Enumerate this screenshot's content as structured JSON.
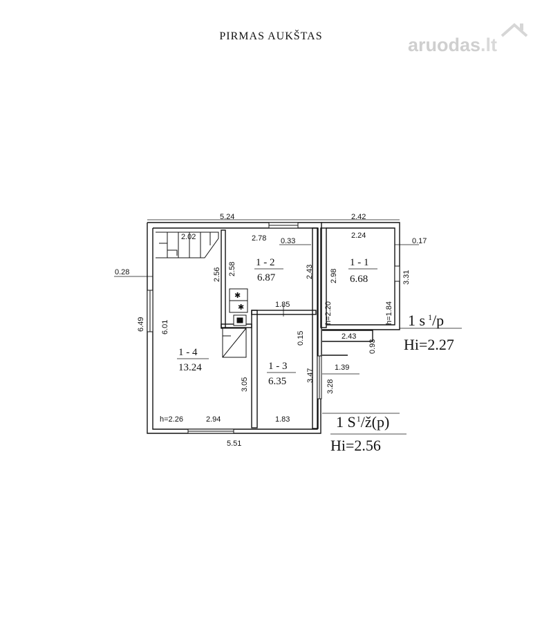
{
  "title": "PIRMAS AUKŠTAS",
  "watermark": {
    "brand": "aruodas",
    "tld": ".lt"
  },
  "rooms": {
    "r11": {
      "id": "1 - 1",
      "area": "6.68"
    },
    "r12": {
      "id": "1 - 2",
      "area": "6.87"
    },
    "r13": {
      "id": "1 - 3",
      "area": "6.35"
    },
    "r14": {
      "id": "1 - 4",
      "area": "13.24"
    }
  },
  "dimensions": {
    "top_left_width": "5.24",
    "top_right_width": "2.42",
    "r12_width": "2.78",
    "r12_opening": "0.33",
    "r11_width": "2.24",
    "r11_wall": "0.17",
    "stair_width": "2.02",
    "left_wall": "0.28",
    "r14_outer_height": "6.49",
    "r14_inner_height": "6.01",
    "r12_left_h1": "2.56",
    "r12_left_h2": "2.58",
    "r12_right_h": "2.43",
    "r11_left_h": "2.98",
    "r11_right_h": "3.31",
    "r11_inner_h": "1.84",
    "r11_h": "h=1.84",
    "corr_h": "h=2.20",
    "corr_width": "1.85",
    "corr_step": "0.15",
    "porch_width": "2.43",
    "porch_depth": "0.93",
    "porch_len": "1.39",
    "r13_h1": "3.47",
    "r13_h2": "3.28",
    "r14_part_h": "3.05",
    "r14_h": "h=2.26",
    "r14_bottom": "2.94",
    "r13_bottom": "1.83",
    "bottom_width": "5.51"
  },
  "labels": {
    "s1_a": "1 s",
    "s1_sup": "1",
    "s1_b": "/p",
    "hi1": "Hi=2.27",
    "s2_a": "1 S",
    "s2_sup": "1",
    "s2_b": "/ž(p)",
    "hi2": "Hi=2.56"
  }
}
